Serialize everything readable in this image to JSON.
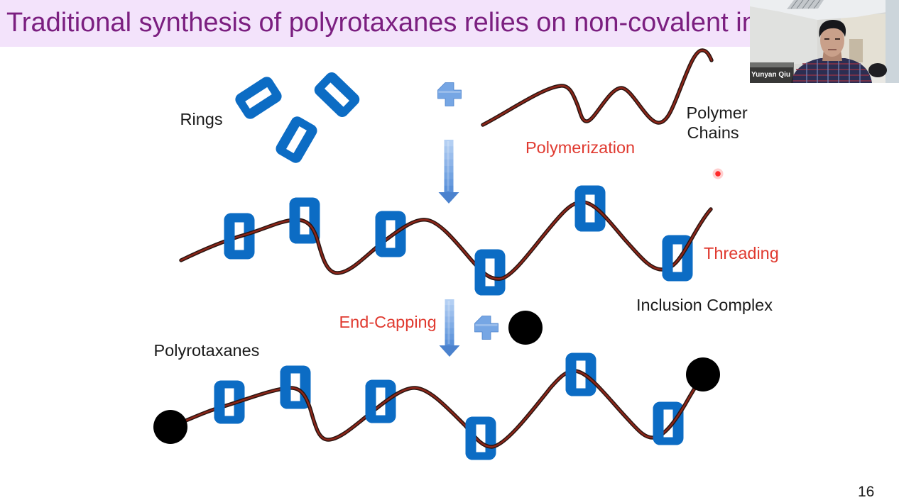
{
  "slide": {
    "title": "Traditional synthesis of polyrotaxanes relies on non-covalent in",
    "page_number": "16"
  },
  "diagram": {
    "reactants": {
      "rings_label": "Rings",
      "free_ring_count": 3,
      "polymer_chains_label": [
        "Polymer",
        "Chains"
      ]
    },
    "steps": {
      "polymerization": "Polymerization",
      "threading": "Threading",
      "end_capping": "End-Capping"
    },
    "products": {
      "inclusion_complex_label": "Inclusion Complex",
      "inclusion_complex_ring_count": 6,
      "polyrotaxanes_label": "Polyrotaxanes",
      "polyrotaxane_ring_count": 6,
      "polyrotaxane_stopper_count": 2
    },
    "end_capping_reagent_count": 1
  },
  "icons": {
    "plus_sign": "plus-icon",
    "process_arrow": "down-arrow-icon",
    "stopper": "stopper-ball-icon"
  },
  "colors": {
    "slide_background": "#ffffff",
    "title_bar": "#f3e3fb",
    "title_text": "#7b1f80",
    "label_text": "#1b1b1b",
    "step_label_text": "#e03a30",
    "ring": "#0c6cc4",
    "polymer_chain": "#8e2619",
    "polymer_chain_outline": "#2a1511",
    "arrow": "#5a91da",
    "stopper": "#000000",
    "laser_pointer": "#ff2a2a"
  },
  "webcam": {
    "participant_name": "Yunyan Qiu"
  },
  "laser_pointer": {
    "visible": true
  }
}
